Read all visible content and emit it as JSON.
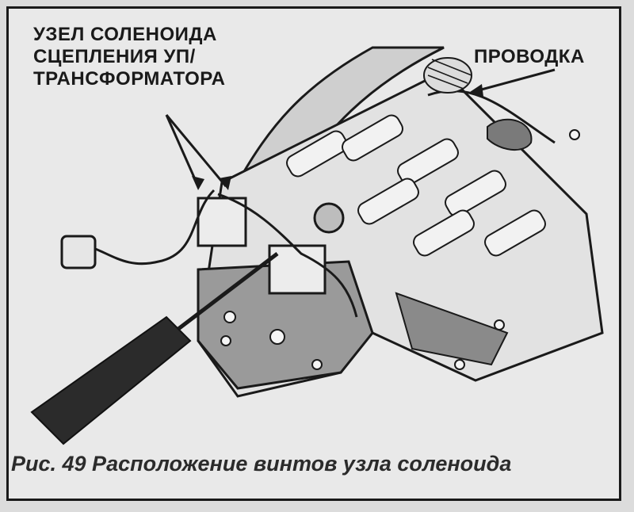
{
  "labels": {
    "solenoid_assembly": [
      "УЗЕЛ СОЛЕНОИДА",
      "СЦЕПЛЕНИЯ УП/",
      "ТРАНСФОРМАТОРА"
    ],
    "wiring": "ПРОВОДКА"
  },
  "caption": "Рис. 49 Расположение винтов узла соленоида"
}
